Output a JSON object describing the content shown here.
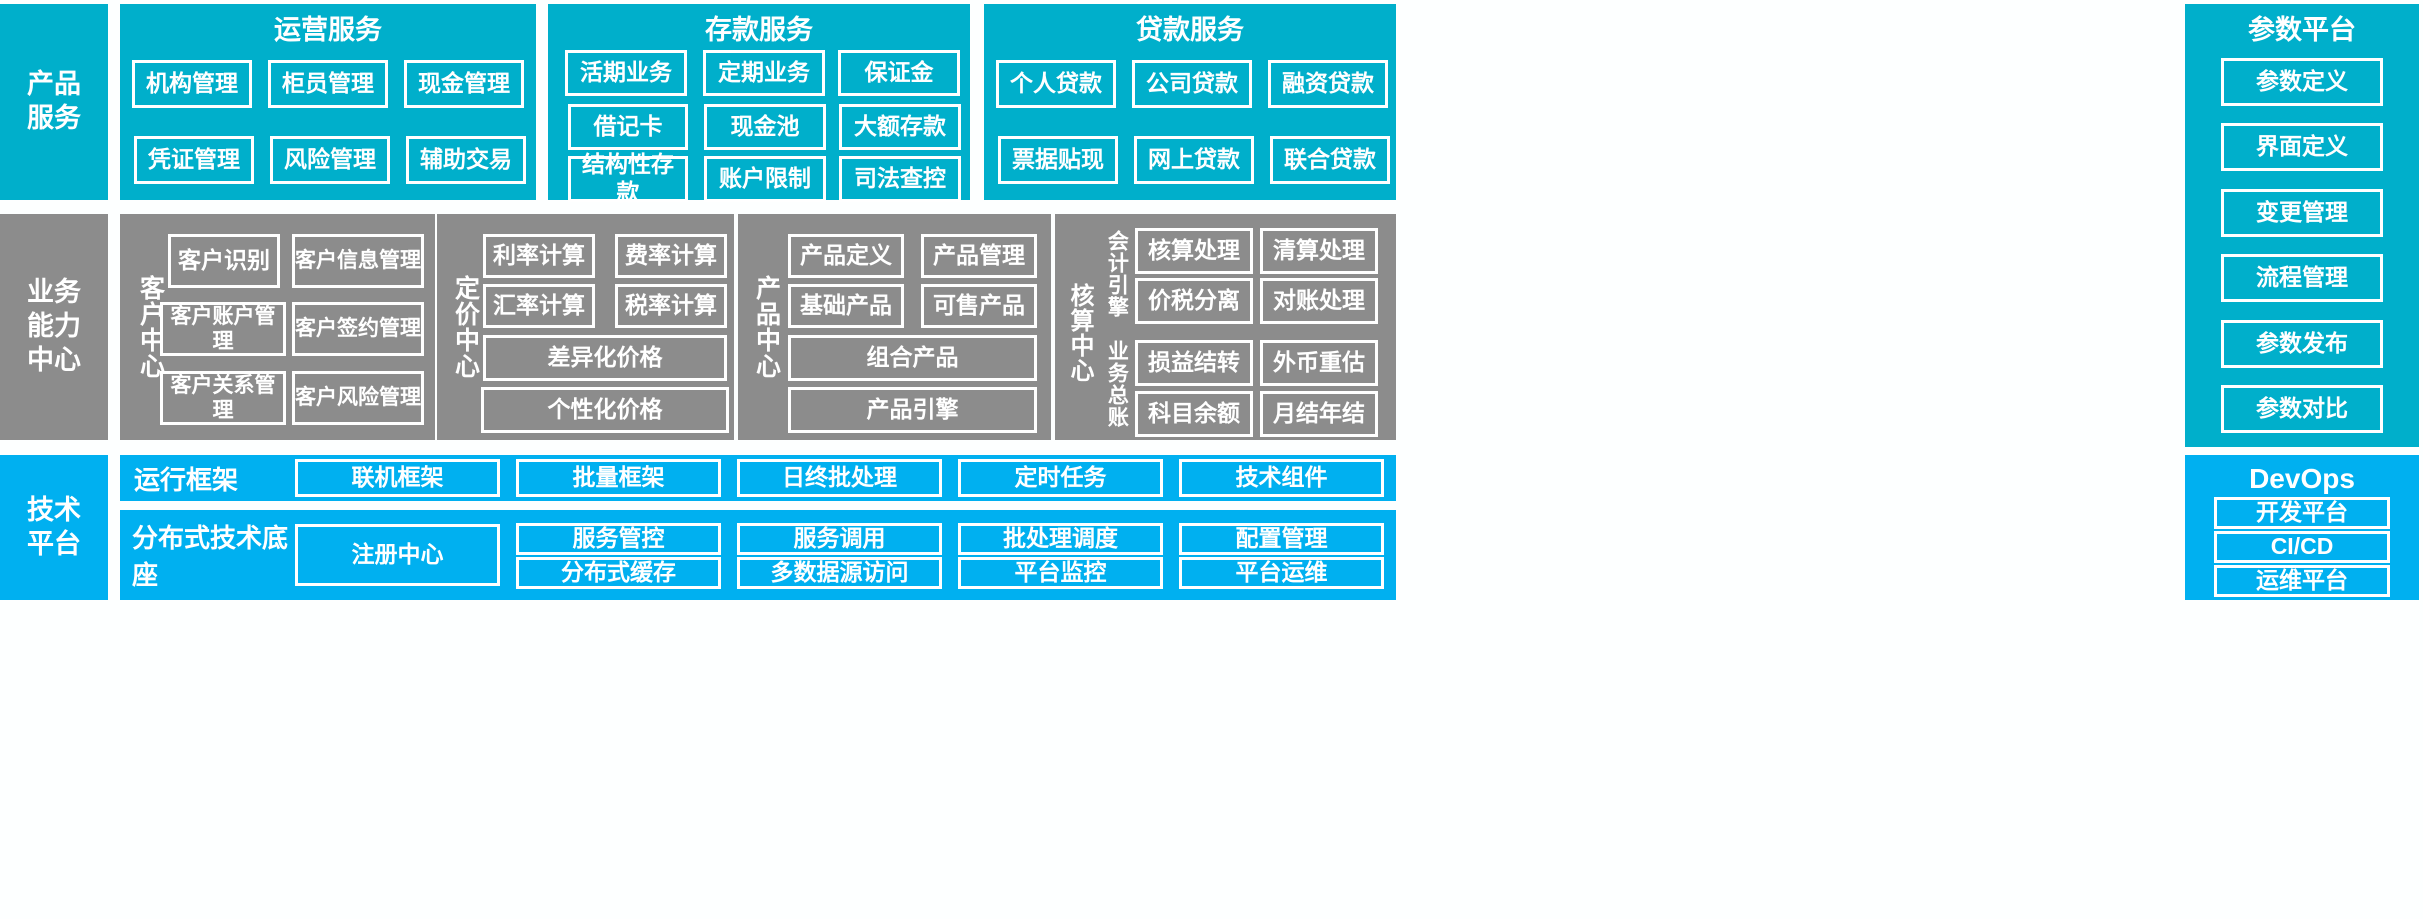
{
  "rows": {
    "product_service": {
      "label": "产品\n服务"
    },
    "business_capability": {
      "label": "业务\n能力\n中心"
    },
    "technical_platform": {
      "label": "技术\n平台"
    }
  },
  "colors": {
    "teal": "#00afcb",
    "gray": "#8c8c8c",
    "blue": "#00b0f0",
    "border": "#ffffff",
    "background": "#fdffff"
  },
  "product_service": {
    "groups": [
      {
        "title": "运营服务",
        "items": [
          "机构管理",
          "柜员管理",
          "现金管理",
          "凭证管理",
          "风险管理",
          "辅助交易"
        ]
      },
      {
        "title": "存款服务",
        "items": [
          "活期业务",
          "定期业务",
          "保证金",
          "借记卡",
          "现金池",
          "大额存款",
          "结构性存款",
          "账户限制",
          "司法查控"
        ]
      },
      {
        "title": "贷款服务",
        "items": [
          "个人贷款",
          "公司贷款",
          "融资贷款",
          "票据贴现",
          "网上贷款",
          "联合贷款"
        ]
      }
    ]
  },
  "parameter_platform": {
    "title": "参数平台",
    "items": [
      "参数定义",
      "界面定义",
      "变更管理",
      "流程管理",
      "参数发布",
      "参数对比"
    ]
  },
  "business_capability": {
    "centers": [
      {
        "name": "客户中心",
        "items": [
          "客户识别",
          "客户信息管理",
          "客户账户管理",
          "客户签约管理",
          "客户关系管理",
          "客户风险管理"
        ]
      },
      {
        "name": "定价中心",
        "items": [
          "利率计算",
          "费率计算",
          "汇率计算",
          "税率计算",
          "差异化价格",
          "个性化价格"
        ]
      },
      {
        "name": "产品中心",
        "items": [
          "产品定义",
          "产品管理",
          "基础产品",
          "可售产品",
          "组合产品",
          "产品引擎"
        ]
      },
      {
        "name": "核算中心",
        "subgroups": [
          {
            "name": "会计引擎",
            "items": [
              "核算处理",
              "清算处理",
              "价税分离",
              "对账处理"
            ]
          },
          {
            "name": "业务总账",
            "items": [
              "损益结转",
              "外币重估",
              "科目余额",
              "月结年结"
            ]
          }
        ]
      }
    ]
  },
  "technical_platform": {
    "sections": [
      {
        "name": "运行框架",
        "items": [
          "联机框架",
          "批量框架",
          "日终批处理",
          "定时任务",
          "技术组件"
        ]
      },
      {
        "name": "分布式技术底座",
        "wide_item": "注册中心",
        "items": [
          "服务管控",
          "服务调用",
          "批处理调度",
          "配置管理",
          "分布式缓存",
          "多数据源访问",
          "平台监控",
          "平台运维"
        ]
      }
    ]
  },
  "devops": {
    "title": "DevOps",
    "items": [
      "开发平台",
      "CI/CD",
      "运维平台"
    ]
  }
}
